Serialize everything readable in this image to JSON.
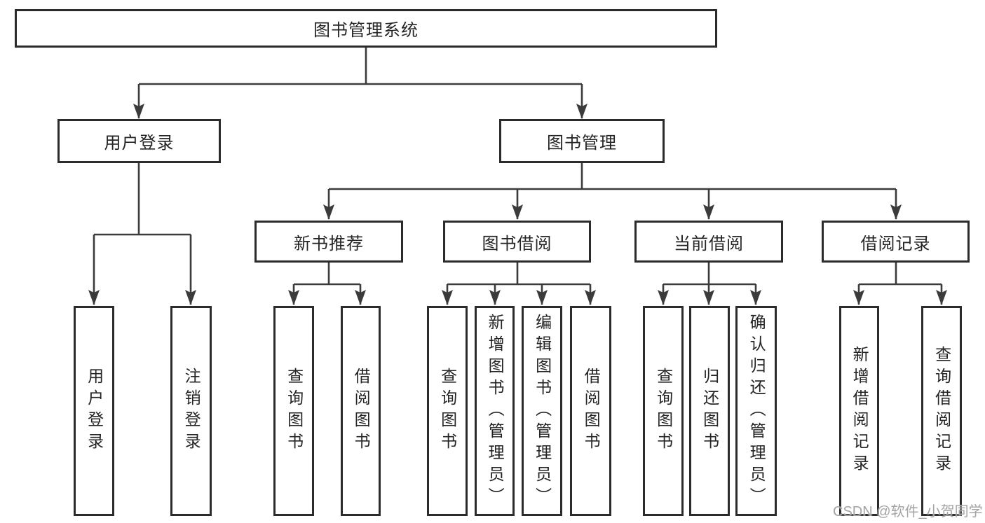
{
  "colors": {
    "line": "#3b3b3b",
    "box_border": "#2b2b2b",
    "text": "#242424",
    "watermark": "#a3a3a3",
    "background": "#ffffff"
  },
  "watermark": {
    "text": "CSDN @软件_小贺同学"
  },
  "tree": {
    "root": "图书管理系统",
    "user_login": {
      "label": "用户登录",
      "children": [
        "用户登录",
        "注销登录"
      ]
    },
    "book_management": {
      "label": "图书管理",
      "modules": {
        "new_book_recommend": {
          "label": "新书推荐",
          "children": [
            "查询图书",
            "借阅图书"
          ]
        },
        "book_borrow": {
          "label": "图书借阅",
          "children": [
            "查询图书",
            "新增图书（管理员）",
            "编辑图书（管理员）",
            "借阅图书"
          ]
        },
        "current_borrow": {
          "label": "当前借阅",
          "children": [
            "查询图书",
            "归还图书",
            "确认归还（管理员）"
          ]
        },
        "borrow_records": {
          "label": "借阅记录",
          "children": [
            "新增借阅记录",
            "查询借阅记录"
          ]
        }
      }
    }
  }
}
